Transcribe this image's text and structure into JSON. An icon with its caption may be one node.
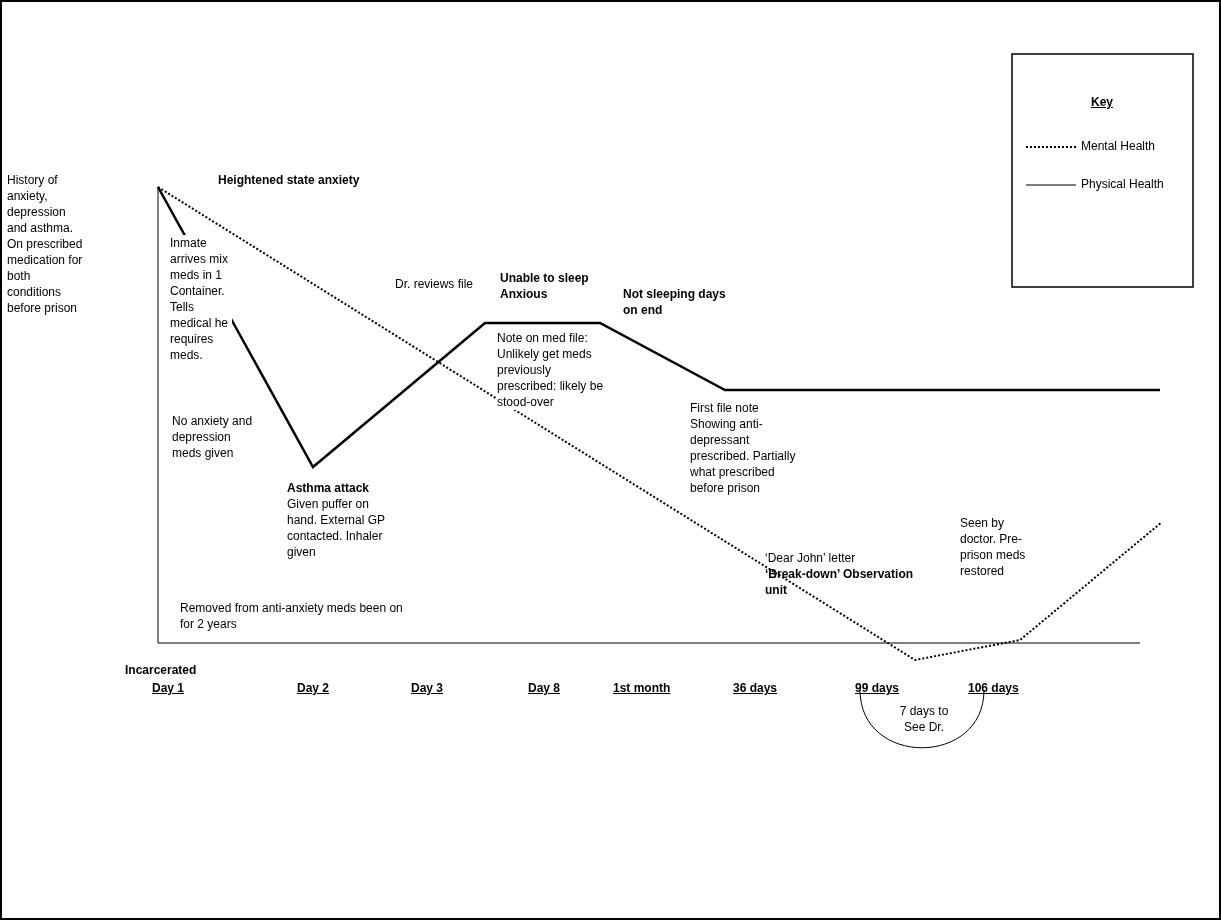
{
  "diagram": {
    "labels": [
      "Key",
      "History of anxiety, depression and asthma. On prescribed medication for both conditions before prison",
      "Heightened state anxiety",
      "Unable to sleep Anxious",
      "Not sleeping days on end",
      "Dr. reviews file",
      "Inmate arrives mix meds in 1 Container. Tells medical he requires meds.",
      "Note on med file: Unlikely get meds previously prescribed: likely be stood-over",
      "First file note Showing anti-depressant prescribed. Partially what prescribed before prison",
      "No anxiety and depression meds given",
      "Asthma attack",
      "Given puffer on hand. External GP contacted. Inhaler given",
      "‘Dear John’ letter",
      "‘Break-down’ Observation unit",
      "Seen by doctor. Pre-prison meds restored",
      "Removed from anti-anxiety meds been on for 2 years",
      "Incarcerated",
      "Day 1",
      "Day 2",
      "Day 3",
      "Day 8",
      "1st month",
      "36 days",
      "99 days",
      "106 days",
      "7 days to See Dr."
    ],
    "legend": [
      {
        "text": "Mental Health"
      },
      {
        "text": "Physical Health"
      }
    ]
  }
}
